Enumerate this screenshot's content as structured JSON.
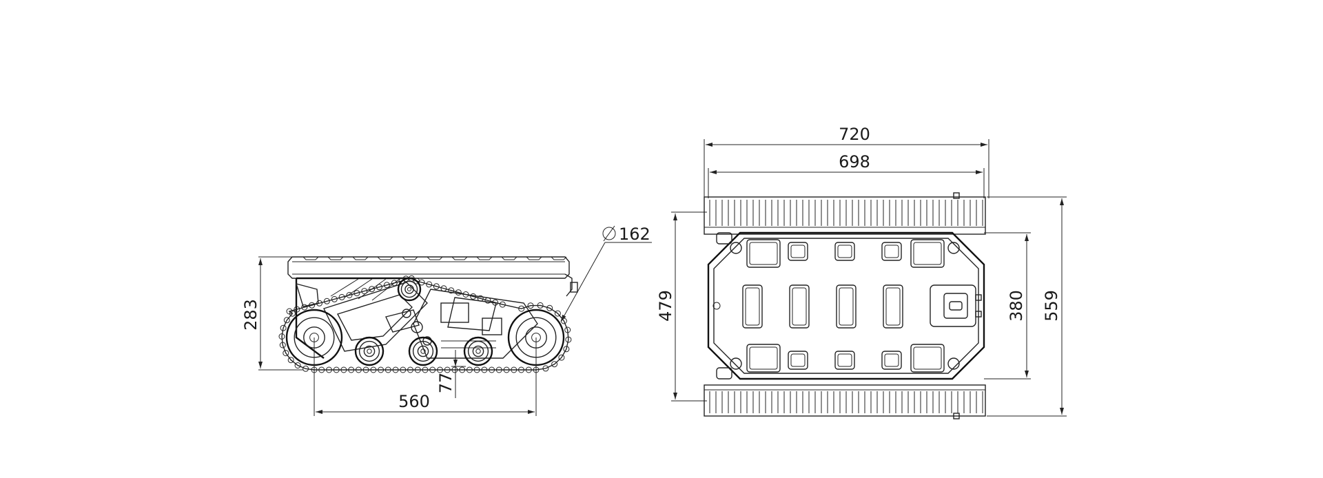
{
  "drawing": {
    "side_view": {
      "overall_height": "283",
      "wheelbase": "560",
      "ground_clearance": "77",
      "wheel_diameter": "162"
    },
    "top_view": {
      "overall_width_outer": "720",
      "overall_width_inner": "698",
      "track_span_outer": "479",
      "body_length": "380",
      "overall_length": "559"
    }
  },
  "colors": {
    "line": "#222222",
    "background": "#ffffff"
  }
}
